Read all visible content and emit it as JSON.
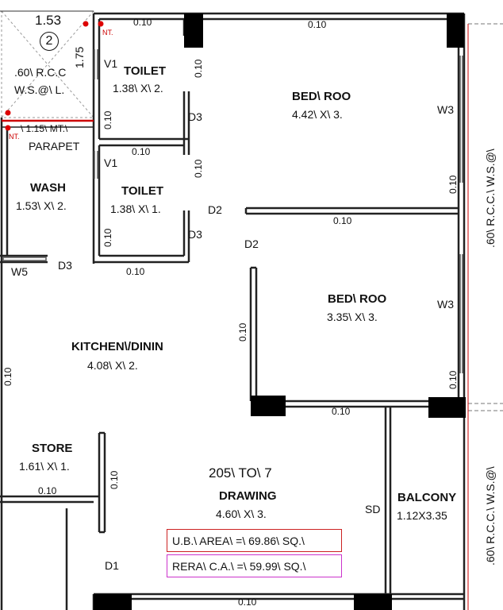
{
  "rooms": {
    "toilet1": {
      "name": "TOILET",
      "size": "1.38\\ X\\ 2."
    },
    "toilet2": {
      "name": "TOILET",
      "size": "1.38\\ X\\ 1."
    },
    "bed1": {
      "name": "BED\\ ROO",
      "size": "4.42\\ X\\ 3."
    },
    "bed2": {
      "name": "BED\\ ROO",
      "size": "3.35\\ X\\ 3."
    },
    "wash": {
      "name": "WASH",
      "size": "1.53\\ X\\ 2."
    },
    "kitchen": {
      "name": "KITCHEN\\/DININ",
      "size": "4.08\\ X\\ 2."
    },
    "store": {
      "name": "STORE",
      "size": "1.61\\ X\\ 1."
    },
    "drawing": {
      "name": "DRAWING",
      "size": "4.60\\ X\\ 3."
    },
    "balcony": {
      "name": "BALCONY",
      "size": "1.12X3.35"
    }
  },
  "openings": {
    "d1": "D1",
    "d2": "D2",
    "d3": "D3",
    "sd": "SD",
    "v1": "V1",
    "w3": "W3",
    "w5": "W5"
  },
  "dims": {
    "top_width": "1.53",
    "circle_num": "2",
    "side_height": "1.75",
    "wall": "0.10",
    "parapet_height": "\\ 1.15\\ MT.\\",
    "parapet_label": "PARAPET",
    "rcc_left_1": ".60\\ R.C.C",
    "rcc_left_2": "W.S.@\\ L.",
    "rcc_right_top": ".60\\ R.C.C.\\ W.S.@\\",
    "rcc_right_bottom": ".60\\ R.C.C.\\ W.S.@\\",
    "nt": "NT."
  },
  "unit": {
    "number": "205\\ TO\\ 7",
    "ub_area": "U.B.\\ AREA\\ =\\ 69.86\\ SQ.\\",
    "rera_area": "RERA\\ C.A.\\ =\\ 59.99\\ SQ.\\"
  },
  "colors": {
    "ub_border": "#cc2222",
    "rera_border": "#cc33cc",
    "marker": "#dd0000"
  }
}
